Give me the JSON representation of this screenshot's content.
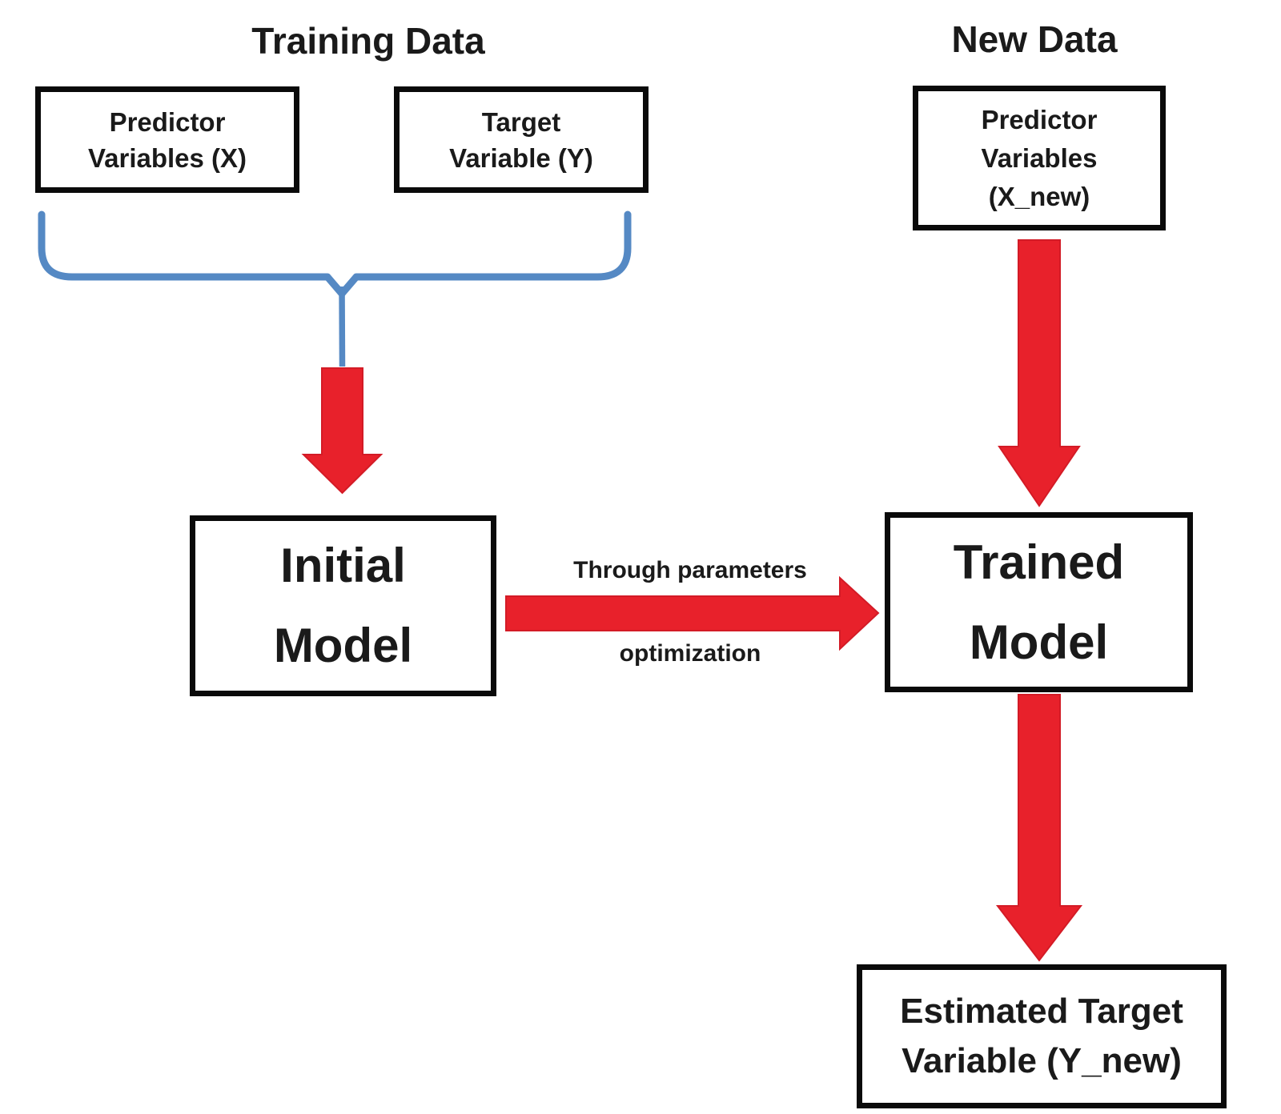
{
  "colors": {
    "background": "#ffffff",
    "text_color": "#1a1a1a",
    "box_border": "#0a0a0a",
    "arrow_red": "#e8212b",
    "arrow_red_edge": "#d31b26",
    "brace_blue": "#5589c4"
  },
  "titles": {
    "training_data": "Training Data",
    "new_data": "New Data"
  },
  "boxes": {
    "predictor_x": {
      "line1": "Predictor",
      "line2": "Variables (X)"
    },
    "target_y": {
      "line1": "Target",
      "line2": "Variable (Y)"
    },
    "predictor_xnew": {
      "line1": "Predictor",
      "line2": "Variables",
      "line3": "(X_new)"
    },
    "initial_model": {
      "line1": "Initial",
      "line2": "Model"
    },
    "trained_model": {
      "line1": "Trained",
      "line2": "Model"
    },
    "estimated_target": {
      "line1": "Estimated Target",
      "line2": "Variable (Y_new)"
    }
  },
  "labels": {
    "arrow_caption_top": "Through parameters",
    "arrow_caption_bottom": "optimization"
  }
}
